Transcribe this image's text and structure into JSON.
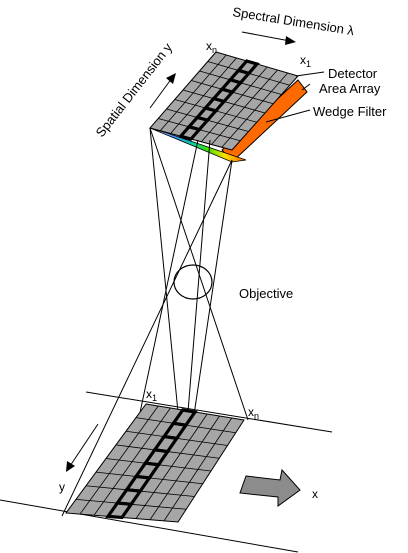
{
  "labels": {
    "spectral_dimension": "Spectral Dimension λ",
    "spatial_dimension": "Spatial Dimension y",
    "detector_line1": "Detector",
    "detector_line2": "Area Array",
    "wedge_filter": "Wedge Filter",
    "objective": "Objective",
    "xn_top": "x",
    "xn_top_sub": "n",
    "x1_top": "x",
    "x1_top_sub": "1",
    "x1_bottom": "x",
    "x1_bottom_sub": "1",
    "xn_bottom": "x",
    "xn_bottom_sub": "n",
    "y_axis": "y",
    "x_axis": "x"
  },
  "colors": {
    "grid_fill": "#a6a6a6",
    "wedge_orange": "#ff6a00",
    "line": "#000000"
  }
}
